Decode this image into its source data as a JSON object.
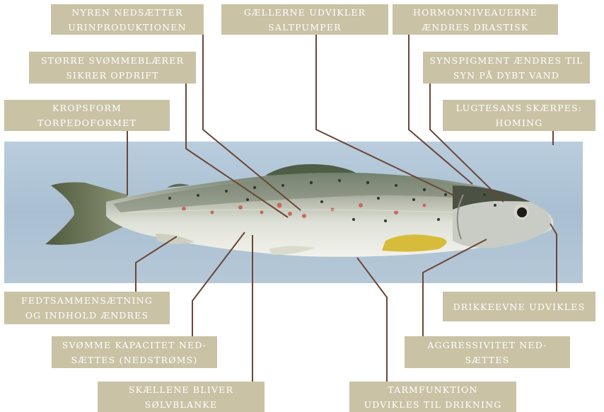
{
  "labels": {
    "nyre": [
      "NYREN NEDSÆTTER",
      "URINPRODUKTIONEN"
    ],
    "gaeller": [
      "GÆLLERNE UDVIKLER",
      "SALTPUMPER"
    ],
    "hormon": [
      "HORMONNIVEAUERNE",
      "ÆNDRES DRASTISK"
    ],
    "svoemmeblaerer": [
      "STØRRE SVØMMEBLÆRER",
      "SIKRER OPDRIFT"
    ],
    "synspigment": [
      "SYNSPIGMENT ÆNDRES TIL",
      "SYN PÅ DYBT VAND"
    ],
    "kropsform": [
      "KROPSFORM",
      "TORPEDOFORMET"
    ],
    "lugtesans": [
      "LUGTESANS SKÆRPES:",
      "HOMING"
    ],
    "fedt": [
      "FEDTSAMMENSÆTNING",
      "OG INDHOLD ÆNDRES"
    ],
    "drikkeevne": [
      "DRIKKEEVNE UDVIKLES"
    ],
    "svoemmekapacitet": [
      "SVØMME KAPACITET NED-",
      "SÆTTES (NEDSTRØMS)"
    ],
    "aggressivitet": [
      "AGGRESSIVITET NED-",
      "SÆTTES"
    ],
    "skael": [
      "SKÆLLENE BLIVER",
      "SØLVBLANKE"
    ],
    "tarm": [
      "TARMFUNKTION",
      "UDVIKLES TIL DRIKNING"
    ]
  },
  "colors": {
    "label_bg": "#c9c2a5",
    "label_text": "#ffffff",
    "leader_line": "#6b4636",
    "photo_bg": "#aec3d5"
  }
}
